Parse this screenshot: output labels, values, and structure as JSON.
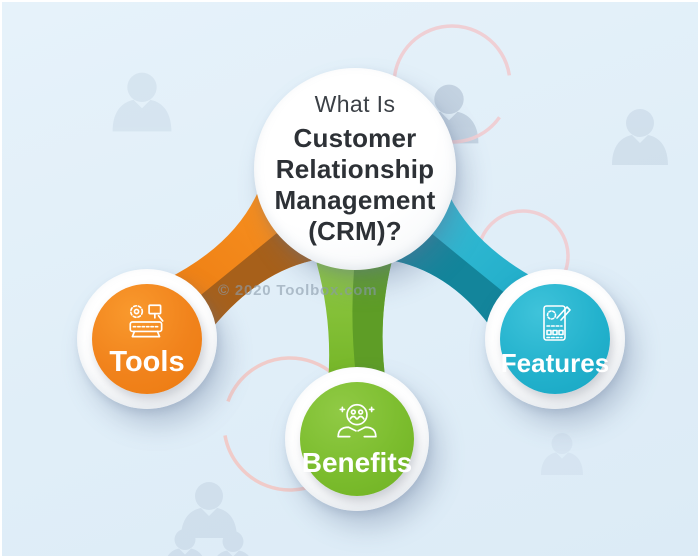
{
  "background": {
    "color": "#e0eef8",
    "watermark": "© 2020 Toolbox.com",
    "decor": {
      "sketch_circle_color": "#efcfd4",
      "silhouette_color": "#c2d2e2"
    }
  },
  "center": {
    "prefix": "What Is",
    "title_lines": [
      "Customer",
      "Relationship",
      "Management",
      "(CRM)?"
    ],
    "circle_color": "#ffffff",
    "text_color": "#2d3136"
  },
  "nodes": [
    {
      "id": "tools",
      "label": "Tools",
      "color": "#f1831c",
      "dark_color": "#a7601a",
      "icon": "tools-equipment-icon"
    },
    {
      "id": "benefits",
      "label": "Benefits",
      "color": "#7cbd2e",
      "dark_color": "#5e9d26",
      "icon": "hands-care-icon"
    },
    {
      "id": "features",
      "label": "Features",
      "color": "#23b2cd",
      "dark_color": "#13859b",
      "icon": "feature-list-icon"
    }
  ]
}
